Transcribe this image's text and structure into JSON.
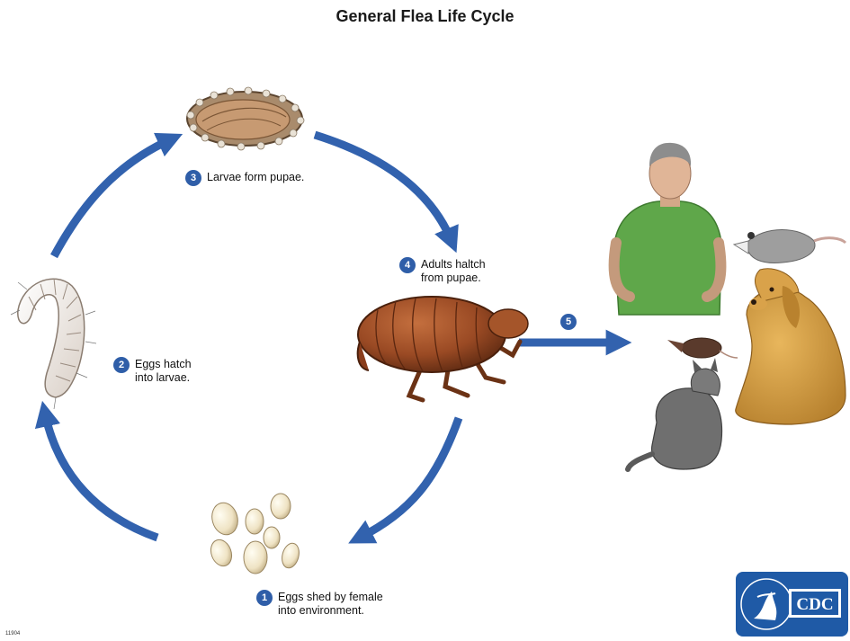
{
  "title": "General Flea Life Cycle",
  "steps": [
    {
      "number": "1",
      "lines": [
        "Eggs shed by female",
        "into environment."
      ]
    },
    {
      "number": "2",
      "lines": [
        "Eggs hatch",
        "into larvae."
      ]
    },
    {
      "number": "3",
      "lines": [
        "Larvae form pupae."
      ]
    },
    {
      "number": "4",
      "lines": [
        "Adults haltch",
        "from pupae."
      ]
    },
    {
      "number": "5",
      "lines": []
    }
  ],
  "logo": {
    "text": "CDC"
  },
  "figure_code": "11904",
  "colors": {
    "arrow": "#3262ae",
    "badge": "#2f5ea8",
    "logo_bg": "#1f5aa6"
  }
}
